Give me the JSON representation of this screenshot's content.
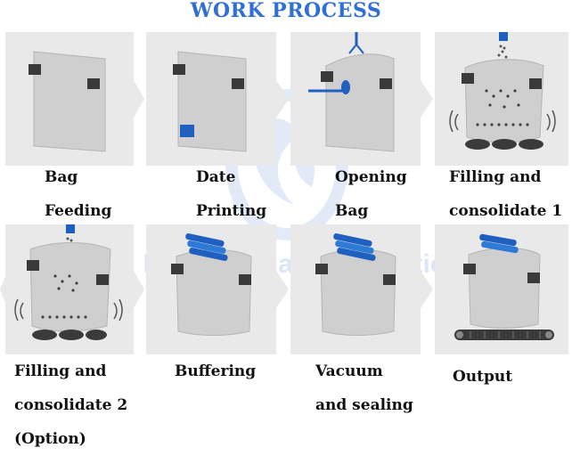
{
  "header": {
    "title": "WORK PROCESS"
  },
  "watermark": {
    "text": "Hefei Leadall Automation"
  },
  "steps": [
    {
      "id": "bag-feeding",
      "lines": [
        "Bag",
        "Feeding"
      ]
    },
    {
      "id": "date-printing",
      "lines": [
        "Date",
        "Printing"
      ]
    },
    {
      "id": "opening-bag",
      "lines": [
        "Opening",
        "Bag"
      ]
    },
    {
      "id": "filling-consolidate-1",
      "lines": [
        "Filling and",
        "consolidate 1"
      ]
    },
    {
      "id": "filling-consolidate-2",
      "lines": [
        "Filling and",
        "consolidate 2",
        "(Option)"
      ]
    },
    {
      "id": "buffering",
      "lines": [
        "Buffering"
      ]
    },
    {
      "id": "vacuum-sealing",
      "lines": [
        "Vacuum",
        "and sealing"
      ]
    },
    {
      "id": "output",
      "lines": [
        "Output"
      ]
    }
  ],
  "colors": {
    "title": "#2f6fd6",
    "panel": "#e9e9e9",
    "bag": "#cfcfcf",
    "bag_edge": "#b5b5b5",
    "clamp": "#3a3a3a",
    "accent_blue": "#1f5fbf",
    "watermark": "#9db7e6"
  }
}
